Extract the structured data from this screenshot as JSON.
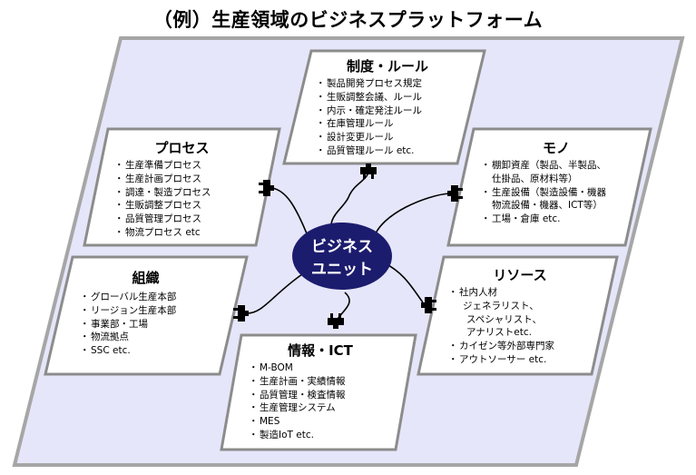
{
  "title": "（例）生産領域のビジネスプラットフォーム",
  "center": {
    "line1": "ビジネス",
    "line2": "ユニット"
  },
  "colors": {
    "platform_fill": "#e6e6fa",
    "platform_border": "#a6a6a6",
    "box_border": "#8c8c8c",
    "center_fill": "#1c1c6e",
    "plug": "#000000"
  },
  "icons": [
    "plug-icon"
  ],
  "boxes": {
    "rules": {
      "title": "制度・ルール",
      "items": [
        "製品開発プロセス規定",
        "生販調整会議、ルール",
        "内示・確定発注ルール",
        "在庫管理ルール",
        "設計変更ルール",
        "品質管理ルール etc."
      ]
    },
    "process": {
      "title": "プロセス",
      "items": [
        "生産準備プロセス",
        "生産計画プロセス",
        "調達・製造プロセス",
        "生販調整プロセス",
        "品質管理プロセス",
        "物流プロセス etc"
      ]
    },
    "mono": {
      "title": "モノ",
      "items": [
        "棚卸資産（製品、半製品、",
        "仕掛品、原材料等）",
        "生産設備（製造設備・機器",
        "物流設備・機器、ICT等）",
        "工場・倉庫 etc."
      ]
    },
    "org": {
      "title": "組織",
      "items": [
        "グローバル生産本部",
        "リージョン生産本部",
        "事業部・工場",
        "物流拠点",
        "SSC etc."
      ]
    },
    "resource": {
      "title": "リソース",
      "items": [
        "社内人材",
        "ジェネラリスト、",
        "スペシャリスト、",
        "アナリストetc.",
        "カイゼン等外部専門家",
        "アウトソーサー etc."
      ]
    },
    "info": {
      "title": "情報・ICT",
      "items": [
        "M-BOM",
        "生産計画・実績情報",
        "品質管理・検査情報",
        "生産管理システム",
        "MES",
        "製造IoT etc."
      ]
    }
  }
}
